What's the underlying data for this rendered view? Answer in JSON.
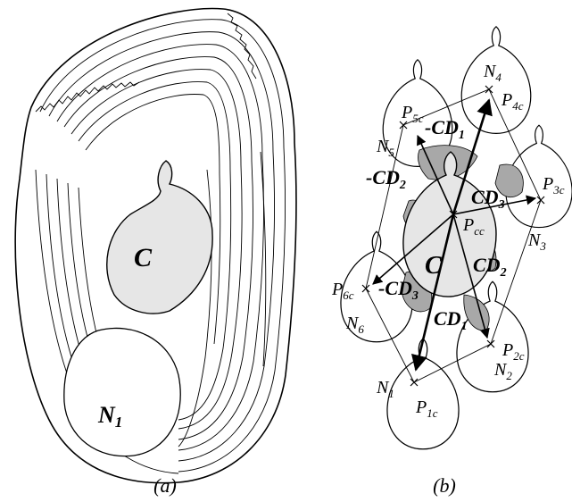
{
  "panel_a": {
    "caption": "(a)",
    "center_label": "C",
    "neighbor_label_main": "N",
    "neighbor_label_sub": "1"
  },
  "panel_b": {
    "caption": "(b)",
    "center_label": "C",
    "center_point": {
      "main": "P",
      "sub": "cc"
    },
    "points": [
      {
        "main": "P",
        "sub": "1c"
      },
      {
        "main": "P",
        "sub": "2c"
      },
      {
        "main": "P",
        "sub": "3c"
      },
      {
        "main": "P",
        "sub": "4c"
      },
      {
        "main": "P",
        "sub": "5c"
      },
      {
        "main": "P",
        "sub": "6c"
      }
    ],
    "neighbors": [
      {
        "main": "N",
        "sub": "1"
      },
      {
        "main": "N",
        "sub": "2"
      },
      {
        "main": "N",
        "sub": "3"
      },
      {
        "main": "N",
        "sub": "4"
      },
      {
        "main": "N",
        "sub": "5"
      },
      {
        "main": "N",
        "sub": "6"
      }
    ],
    "vectors": [
      {
        "main": "-CD",
        "sub": "1"
      },
      {
        "main": "-CD",
        "sub": "2"
      },
      {
        "main": "CD",
        "sub": "3"
      },
      {
        "main": "CD",
        "sub": "2"
      },
      {
        "main": "-CD",
        "sub": "3"
      },
      {
        "main": "CD",
        "sub": "1"
      }
    ]
  },
  "colors": {
    "line": "#000000",
    "center_fill": "#e6e6e6",
    "overlap_fill": "#a8a8a8"
  }
}
